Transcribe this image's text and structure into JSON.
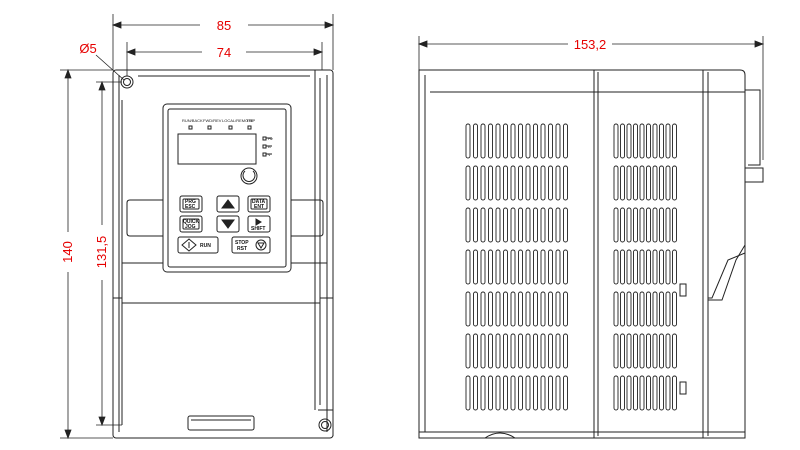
{
  "colors": {
    "dimension": "#e60000",
    "outline": "#222222",
    "background": "#ffffff"
  },
  "dimensions": {
    "overall_width": "85",
    "mounting_width": "74",
    "hole_diameter": "Ø5",
    "overall_height": "140",
    "mounting_height": "131,5",
    "depth": "153,2"
  },
  "keypad": {
    "indicator_labels": [
      "RUN/BACK",
      "FWD/REV",
      "LOCAL/REMOTE",
      "TRIP"
    ],
    "unit_labels": [
      "Hz",
      "A",
      "V"
    ],
    "keys": {
      "prg_esc": "PRG ESC",
      "data_ent": "DATA ENT",
      "quick_jog": "QUICK JOG",
      "shift": "SHIFT",
      "run": "RUN",
      "stop_rst": "STOP RST"
    }
  }
}
